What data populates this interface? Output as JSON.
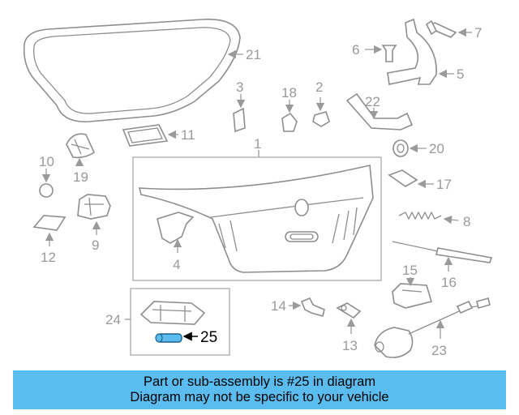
{
  "diagram": {
    "highlight_color": "#5bbcf0",
    "callouts": {
      "c1": "1",
      "c2": "2",
      "c3": "3",
      "c4": "4",
      "c5": "5",
      "c6": "6",
      "c7": "7",
      "c8": "8",
      "c9": "9",
      "c10": "10",
      "c11": "11",
      "c12": "12",
      "c13": "13",
      "c14": "14",
      "c15": "15",
      "c16": "16",
      "c17": "17",
      "c18": "18",
      "c19": "19",
      "c20": "20",
      "c21": "21",
      "c22": "22",
      "c23": "23",
      "c24": "24",
      "c25": "25"
    }
  },
  "banner": {
    "line1": "Part or sub-assembly is #25 in diagram",
    "line2": "Diagram may not be specific to your vehicle"
  }
}
